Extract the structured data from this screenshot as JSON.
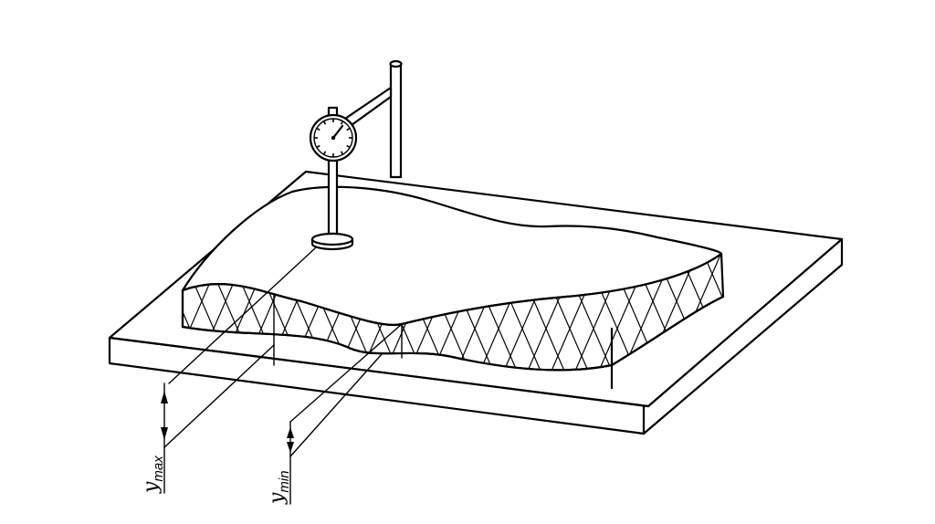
{
  "labels": {
    "y_max": {
      "symbol": "y",
      "subscript": "max"
    },
    "y_min": {
      "symbol": "y",
      "subscript": "min"
    }
  },
  "colors": {
    "line": "#000000",
    "background": "#ffffff"
  }
}
